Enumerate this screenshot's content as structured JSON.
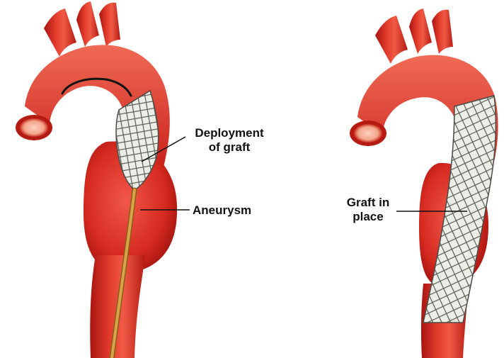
{
  "left_panel": {
    "label_deployment_line1": "Deployment",
    "label_deployment_line2": "of graft",
    "label_aneurysm": "Aneurysm"
  },
  "right_panel": {
    "label_graft_line1": "Graft in",
    "label_graft_line2": "place"
  },
  "colors": {
    "artery": "#d8261f",
    "artery_dark": "#a81410",
    "artery_light": "#ef6a5a",
    "lumen": "#f7b7a0",
    "graft_fill": "#e9ebe4",
    "graft_mesh": "#5b5f58",
    "catheter": "#c8932f",
    "guidewire": "#141414"
  },
  "icons": [
    "aorta-illustration",
    "stent-graft",
    "catheter",
    "guidewire"
  ]
}
